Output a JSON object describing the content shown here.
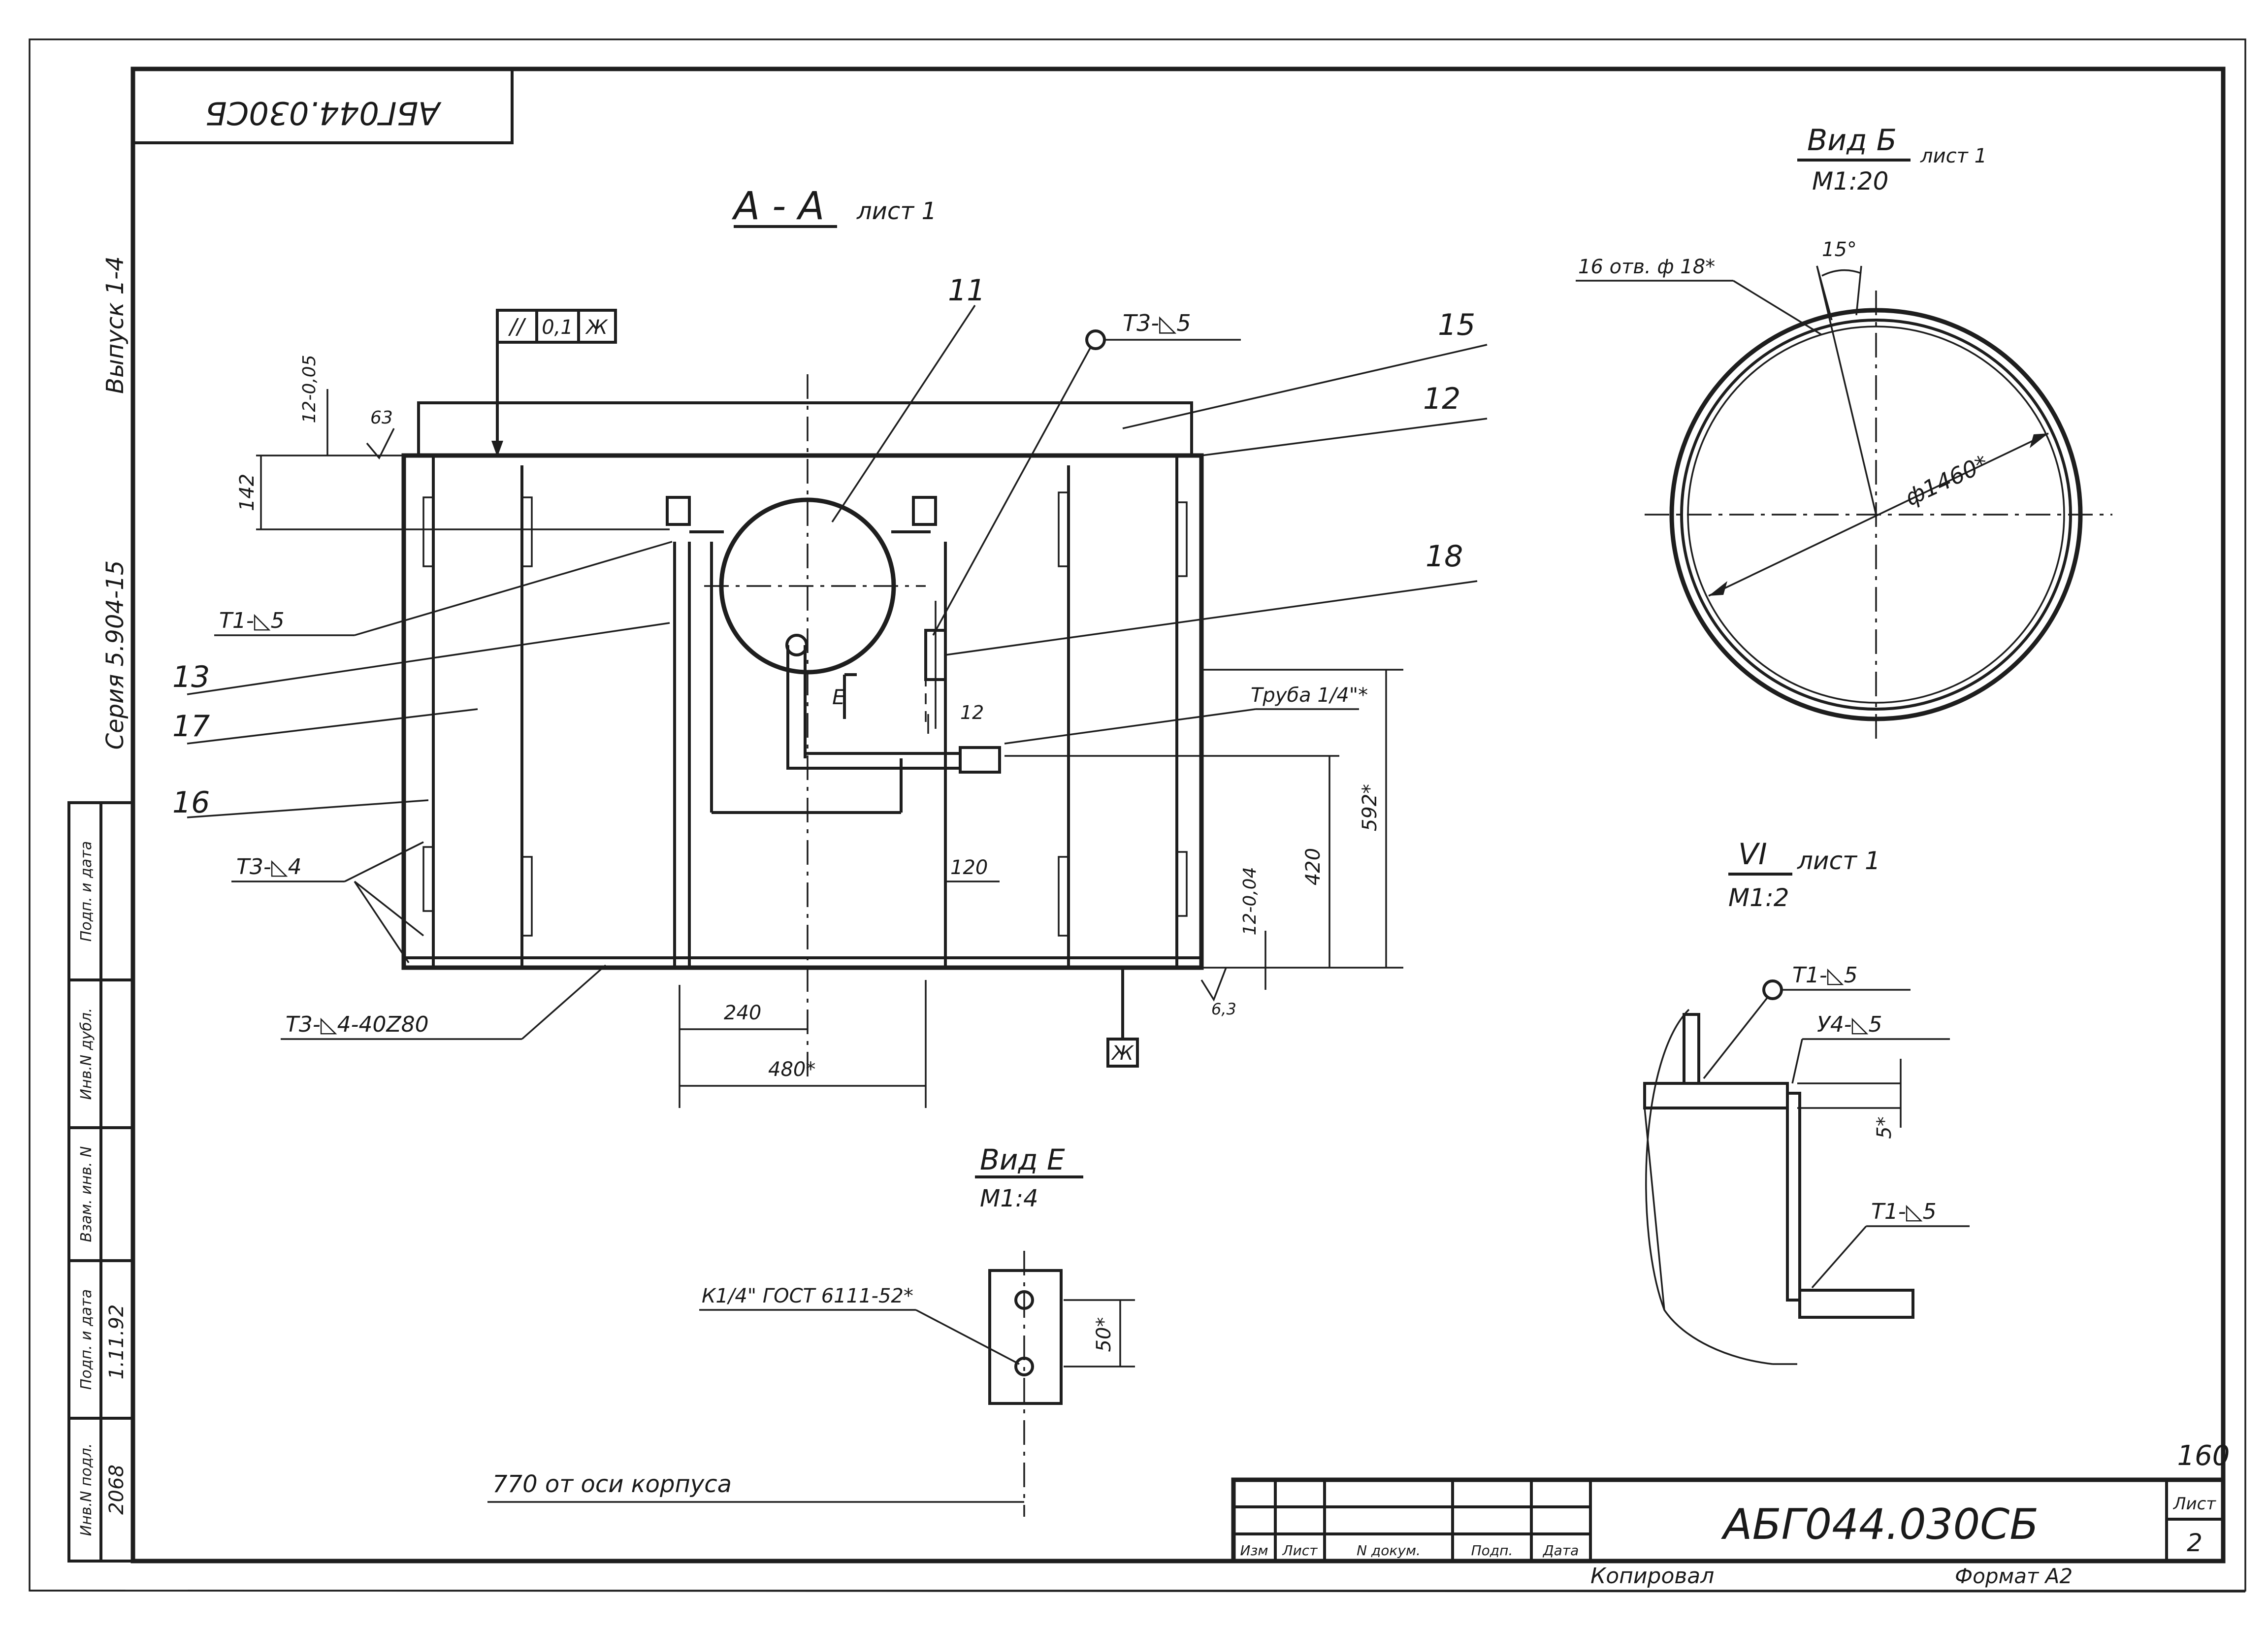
{
  "drawing": {
    "code": "АБГ044.030СБ",
    "code_rotated": "АБГ044.030СБ",
    "series": "Серия 5.904-15",
    "issue": "Выпуск 1-4",
    "sheet_label": "Лист",
    "sheet_no": "2",
    "sheet_total_mark": "160",
    "copied": "Копировал",
    "format": "Формат А2"
  },
  "title_block": {
    "cols": [
      "Изм",
      "Лист",
      "N докум.",
      "Подп.",
      "Дата"
    ]
  },
  "side_stamp": {
    "labels": [
      "Инв.N подл.",
      "Подп. и дата",
      "Взам. инв. N",
      "Инв.N дубл.",
      "Подп. и дата"
    ],
    "inv_no": "2068",
    "sign_date": "1.11.92"
  },
  "views": {
    "section_aa": {
      "title": "А - А",
      "sheet_ref": "лист 1",
      "tolerance": [
        "//",
        "0,1",
        "Ж"
      ],
      "roughness": [
        "63",
        "6,3"
      ],
      "dims": [
        "12-0,05",
        "142",
        "12",
        "120",
        "240",
        "480*",
        "420",
        "592*",
        "12-0,04"
      ],
      "datum": "Ж",
      "callouts": [
        "11",
        "15",
        "12",
        "18",
        "13",
        "17",
        "16"
      ],
      "welds": [
        "Т3-◺5",
        "Т1-◺5",
        "Т3-◺4",
        "Т3-◺4-40Z80"
      ],
      "pipe": "Труба 1/4\"*",
      "view_e_marker": "Е"
    },
    "view_b": {
      "title": "Вид Б",
      "scale": "М1:20",
      "sheet_ref": "лист 1",
      "holes": "16 отв. ф 18*",
      "angle": "15°",
      "diameter": "ф1460*"
    },
    "detail_vi": {
      "title": "VI",
      "sheet_ref": "лист 1",
      "scale": "М1:2",
      "welds": [
        "Т1-◺5",
        "У4-◺5",
        "Т1-◺5"
      ],
      "dim": "5*"
    },
    "view_e": {
      "title": "Вид Е",
      "scale": "М1:4",
      "thread": "К1/4\" ГОСТ 6111-52*",
      "dim": "50*",
      "note": "770 от оси корпуса"
    }
  }
}
